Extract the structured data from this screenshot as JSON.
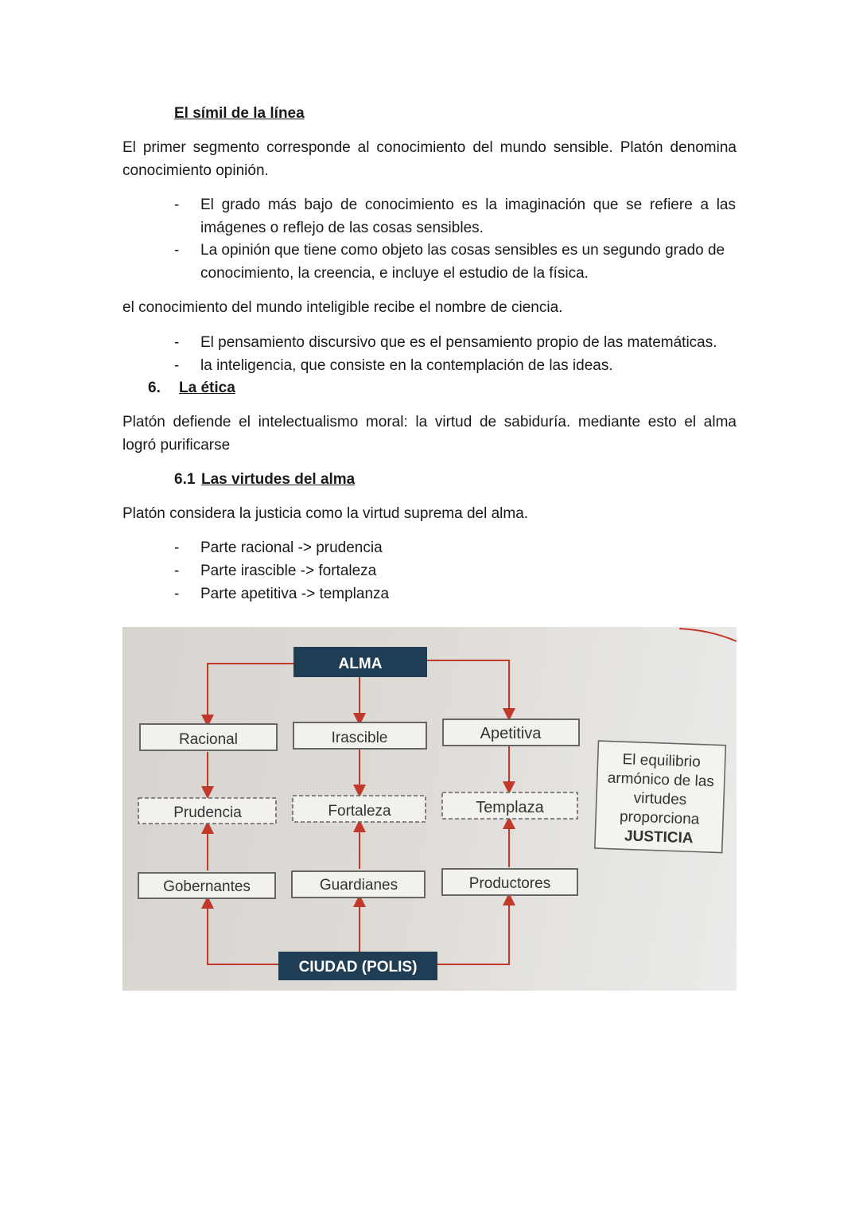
{
  "section_line": {
    "title": "El símil de la línea",
    "para1_line1": "El primer segmento corresponde al conocimiento del mundo sensible. Platón denomina",
    "para1_line2": "conocimiento opinión.",
    "bullets1": [
      {
        "line1": "El grado más bajo de conocimiento es la imaginación que se refiere a las",
        "line2": "imágenes o reflejo de las cosas sensibles."
      },
      {
        "line1": "La opinión que tiene como objeto las cosas sensibles es un segundo grado de",
        "line2": "conocimiento, la creencia, e incluye el estudio de la física."
      }
    ],
    "para2": "el conocimiento del mundo inteligible recibe el nombre de ciencia.",
    "bullets2": [
      "El pensamiento discursivo que es el pensamiento propio de las matemáticas.",
      " la inteligencia, que consiste en la contemplación de las ideas."
    ]
  },
  "section_ethics": {
    "number": "6.",
    "title": "La ética",
    "para_line1": "Platón defiende el intelectualismo moral: la virtud de sabiduría.  mediante esto el alma",
    "para_line2": "logró purificarse"
  },
  "section_virtues": {
    "number": "6.1",
    "title": "Las virtudes del alma",
    "para": "Platón considera la justicia como la virtud suprema del alma.",
    "bullets": [
      "Parte racional -> prudencia",
      "Parte irascible -> fortaleza",
      "Parte apetitiva -> templanza"
    ]
  },
  "dash": "-",
  "diagram": {
    "top": "ALMA",
    "bottom": "CIUDAD (POLIS)",
    "soul_parts": [
      "Racional",
      "Irascible",
      "Apetitiva"
    ],
    "virtues": [
      "Prudencia",
      "Fortaleza",
      "Templaza"
    ],
    "classes": [
      "Gobernantes",
      "Guardianes",
      "Productores"
    ],
    "note_lines": [
      "El equilibrio",
      "armónico de las",
      "virtudes",
      "proporciona"
    ],
    "note_strong": "JUSTICIA",
    "colors": {
      "dark_box": "#1f3d55",
      "arrow": "#c0392b",
      "box_border": "#555555"
    }
  }
}
